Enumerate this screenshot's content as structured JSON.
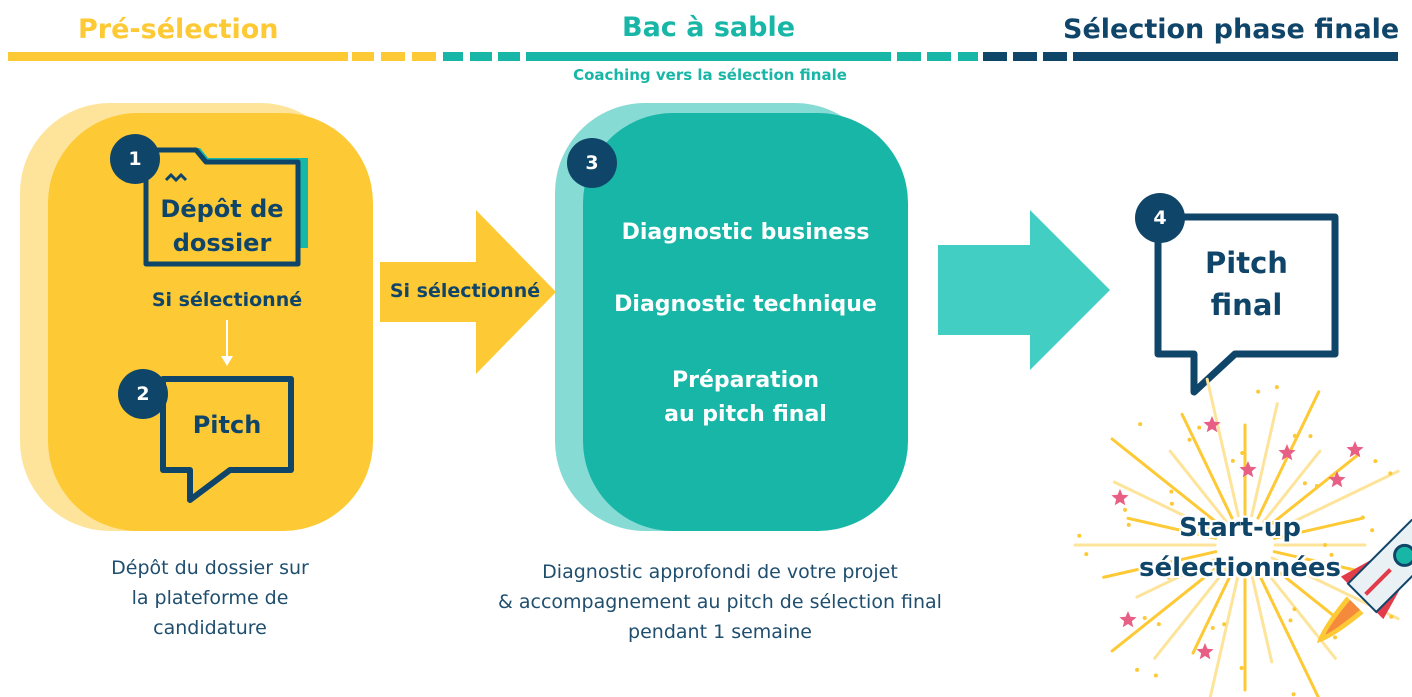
{
  "colors": {
    "yellow": "#fdc934",
    "yellow_light": "#fde49a",
    "teal": "#17b6a6",
    "teal_light": "#86dbd5",
    "navy": "#10456a",
    "white": "#ffffff",
    "star_pink": "#e85f86"
  },
  "phases": {
    "pre_selection": "Pré-sélection",
    "bac_a_sable": "Bac à sable",
    "selection_finale": "Sélection phase finale",
    "coaching": "Coaching vers la sélection finale"
  },
  "step1": {
    "number": "1",
    "title_line1": "Dépôt de",
    "title_line2": "dossier",
    "icon": "folder-icon"
  },
  "condition_inner": "Si sélectionné",
  "step2": {
    "number": "2",
    "title": "Pitch",
    "icon": "speech-bubble-icon"
  },
  "arrow1_label": "Si sélectionné",
  "step3": {
    "number": "3",
    "item1": "Diagnostic business",
    "item2": "Diagnostic technique",
    "item3_line1": "Préparation",
    "item3_line2": "au pitch final"
  },
  "step4": {
    "number": "4",
    "title_line1": "Pitch",
    "title_line2": "final",
    "icon": "speech-bubble-icon"
  },
  "result": {
    "line1": "Start-up",
    "line2": "sélectionnées",
    "icons": [
      "firework-icon",
      "rocket-icon"
    ]
  },
  "captions": {
    "left": [
      "Dépôt du dossier sur",
      "la plateforme de",
      "candidature"
    ],
    "middle": [
      "Diagnostic approfondi de votre projet",
      "& accompagnement au pitch de sélection final",
      "pendant 1 semaine"
    ]
  }
}
